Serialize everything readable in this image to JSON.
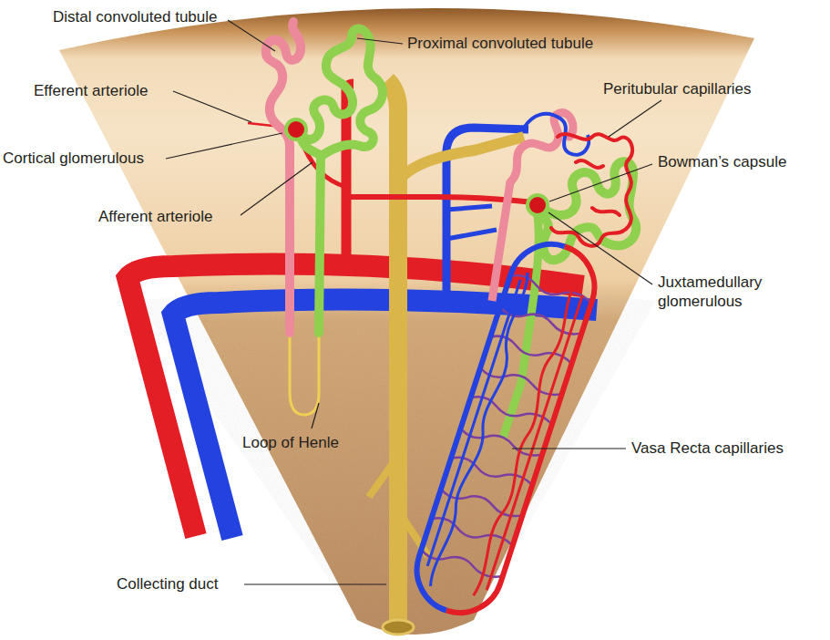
{
  "diagram": {
    "labels": [
      "Distal convoluted tubule",
      "Proximal convoluted tubule",
      "Efferent arteriole",
      "Peritubular capillaries",
      "Cortical glomerulous",
      "Bowman’s capsule",
      "Afferent arteriole",
      "Juxtamedullary glomerulous",
      "Loop of Henle",
      "Vasa Recta capillaries",
      "Collecting duct"
    ]
  }
}
